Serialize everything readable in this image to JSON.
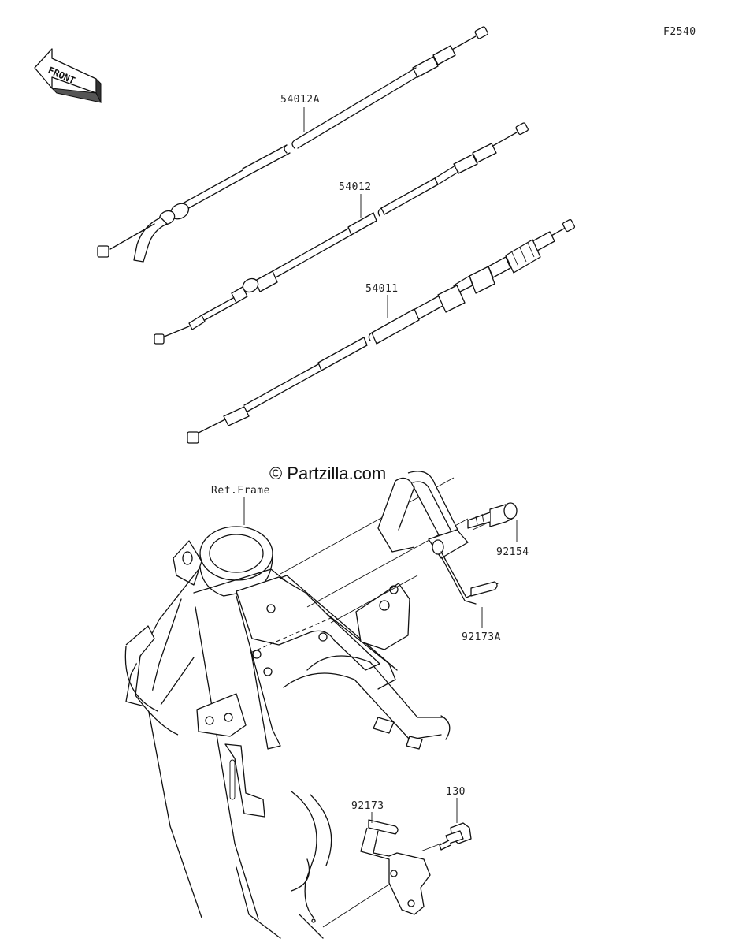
{
  "diagram_code": "F2540",
  "watermark": "© Partzilla.com",
  "front_label": "FRONT",
  "reference_label": "Ref.Frame",
  "parts": [
    {
      "part_number": "54012A"
    },
    {
      "part_number": "54012"
    },
    {
      "part_number": "54011"
    },
    {
      "part_number": "92154"
    },
    {
      "part_number": "92173A"
    },
    {
      "part_number": "92173"
    },
    {
      "part_number": "130"
    }
  ]
}
